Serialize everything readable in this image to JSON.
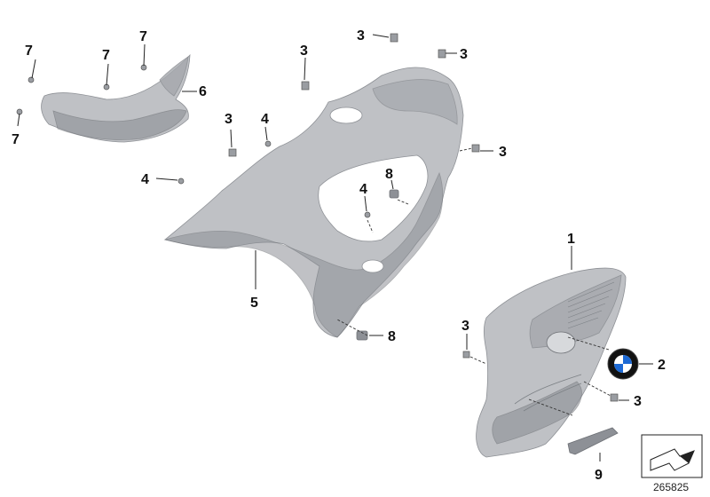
{
  "diagram": {
    "callouts": {
      "c1": "1",
      "c2": "2",
      "c3": "3",
      "c4": "4",
      "c5": "5",
      "c6": "6",
      "c7": "7",
      "c8": "8",
      "c9": "9"
    },
    "image_number": "265825",
    "colors": {
      "panel": "#bfc1c5",
      "panel_shadow": "#8d9096",
      "logo_blue": "#1c69d4",
      "label": "#111111"
    },
    "icons": [
      "bmw-logo-icon",
      "arrow-symbol-icon"
    ]
  }
}
